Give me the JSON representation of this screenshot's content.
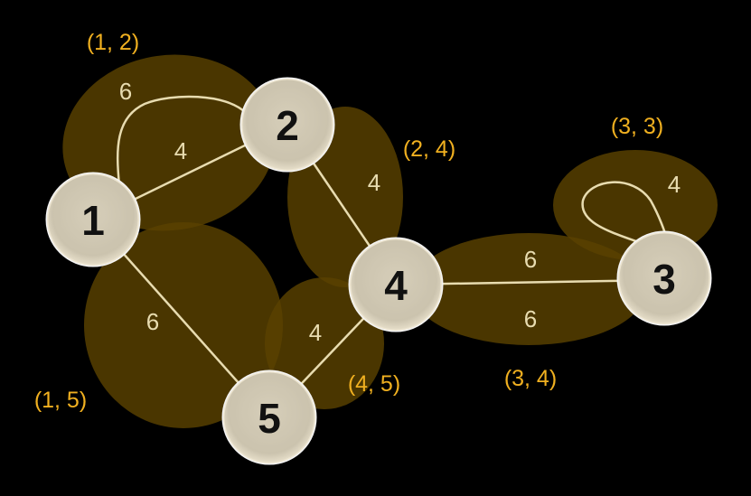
{
  "colors": {
    "background": "#000000",
    "group_fill": "#5a4200",
    "edge": "#e8dcb0",
    "group_label": "#f0b020",
    "node_fill": "#cfcfcf"
  },
  "nodes": [
    {
      "id": "n1",
      "label": "1"
    },
    {
      "id": "n2",
      "label": "2"
    },
    {
      "id": "n3",
      "label": "3"
    },
    {
      "id": "n4",
      "label": "4"
    },
    {
      "id": "n5",
      "label": "5"
    }
  ],
  "groups": [
    {
      "id": "g12",
      "label": "(1, 2)"
    },
    {
      "id": "g24",
      "label": "(2, 4)"
    },
    {
      "id": "g33",
      "label": "(3, 3)"
    },
    {
      "id": "g34",
      "label": "(3, 4)"
    },
    {
      "id": "g45",
      "label": "(4, 5)"
    },
    {
      "id": "g15",
      "label": "(1, 5)"
    }
  ],
  "edges": [
    {
      "id": "e12a",
      "from": "1",
      "to": "2",
      "weight": "6"
    },
    {
      "id": "e12b",
      "from": "1",
      "to": "2",
      "weight": "4"
    },
    {
      "id": "e24",
      "from": "2",
      "to": "4",
      "weight": "4"
    },
    {
      "id": "e33",
      "from": "3",
      "to": "3",
      "weight": "4"
    },
    {
      "id": "e34a",
      "from": "3",
      "to": "4",
      "weight": "6"
    },
    {
      "id": "e34b",
      "from": "3",
      "to": "4",
      "weight": "6"
    },
    {
      "id": "e45",
      "from": "4",
      "to": "5",
      "weight": "4"
    },
    {
      "id": "e15",
      "from": "1",
      "to": "5",
      "weight": "6"
    }
  ]
}
